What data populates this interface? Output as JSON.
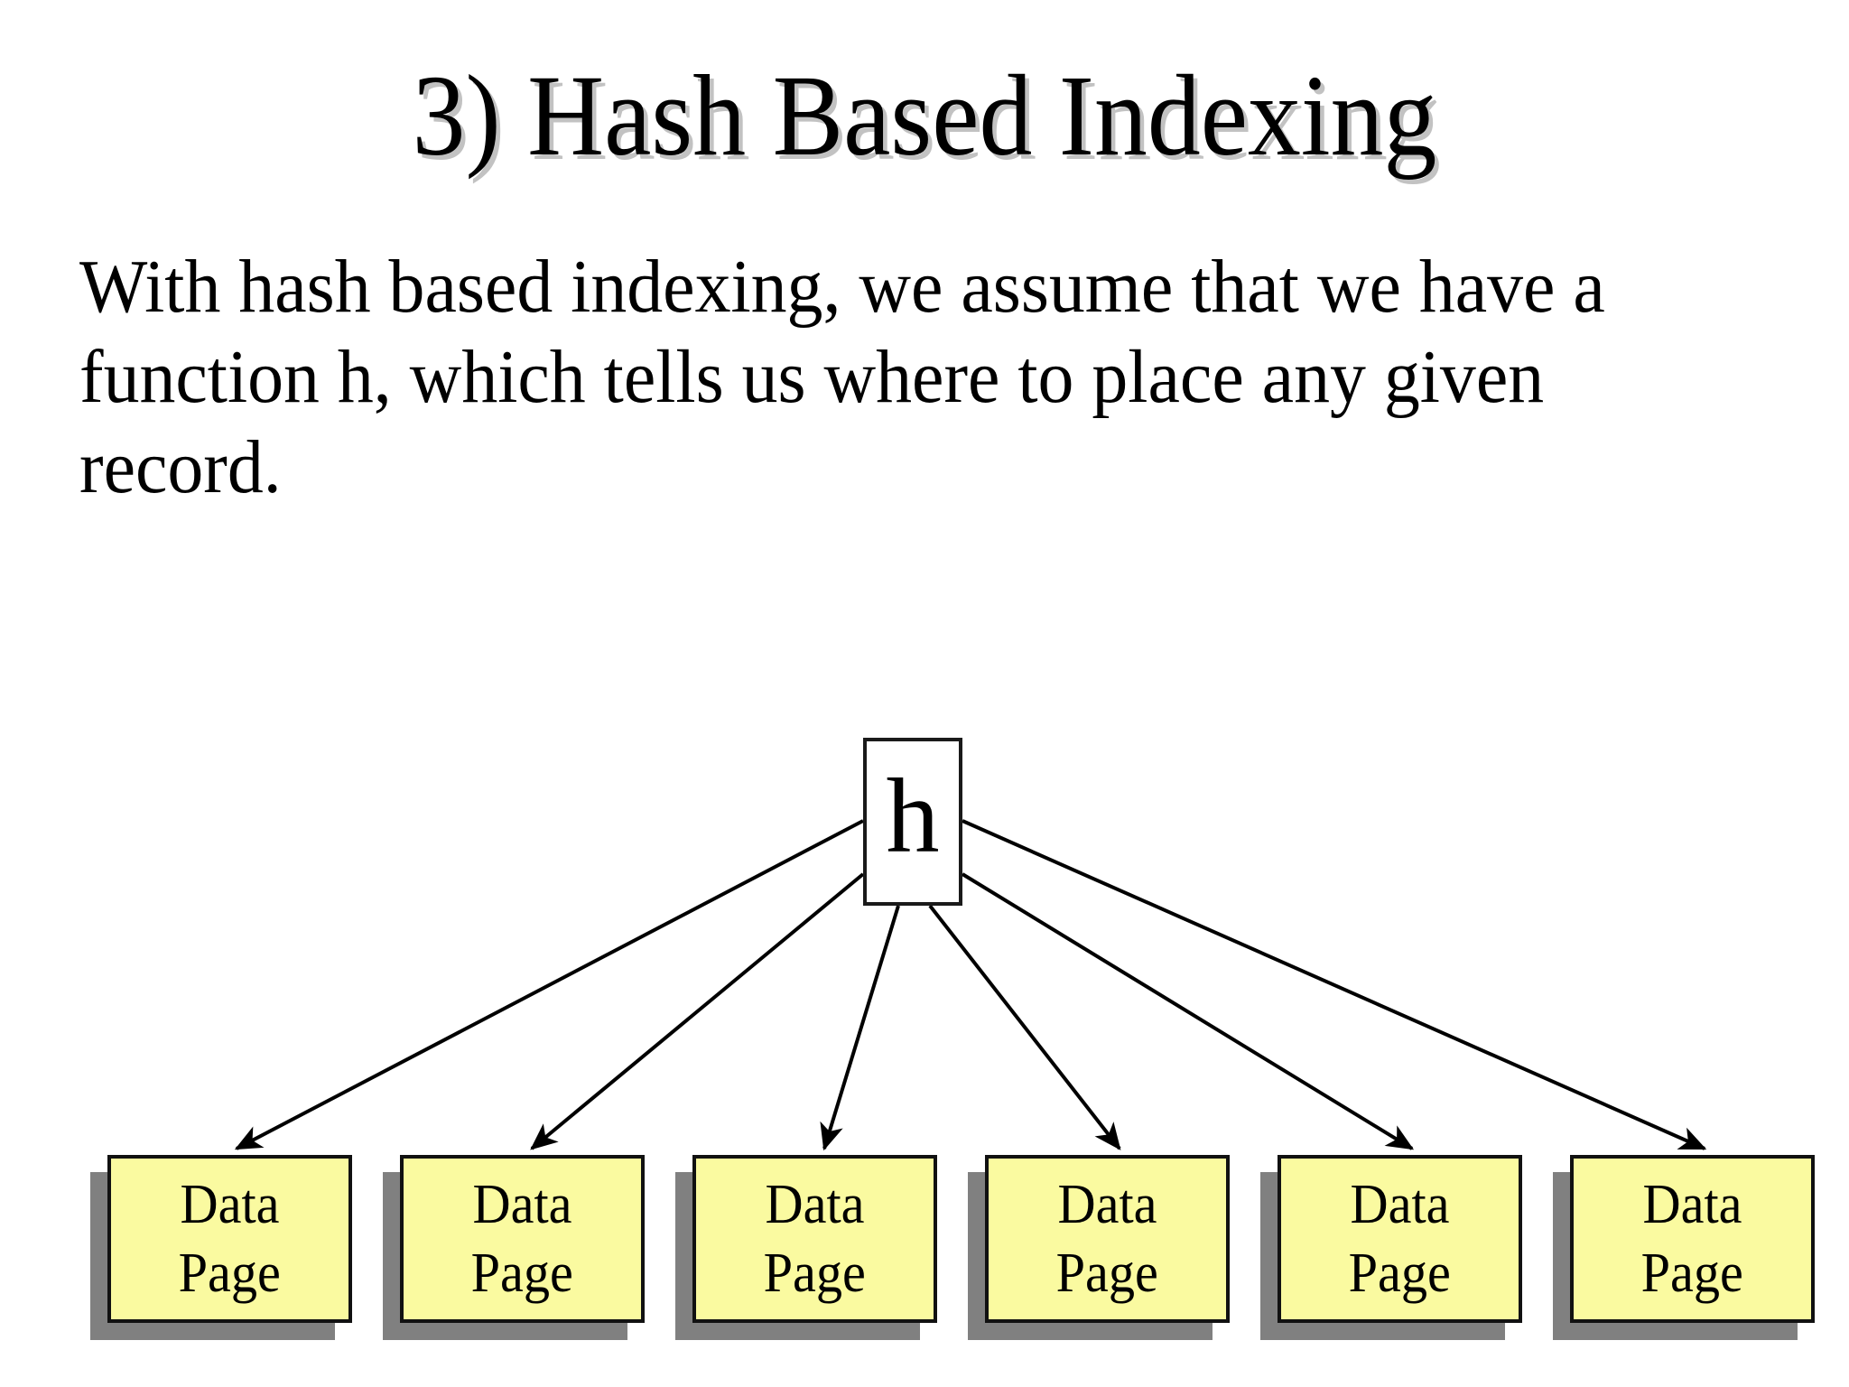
{
  "slide": {
    "title": "3) Hash Based Indexing",
    "body_lines": [
      "With hash based indexing, we assume that we have a",
      "function h, which tells us where to place any given",
      "record."
    ],
    "background_color": "#FFFFFF",
    "title_color": "#000000",
    "title_shadow_color": "#C2C2C2",
    "body_color": "#000000"
  },
  "diagram": {
    "hash_node": {
      "label": "h",
      "fill_color": "#FFFFFF",
      "border_color": "#1A1A1A"
    },
    "page_fill_color": "#FAFAA0",
    "page_border_color": "#111111",
    "page_shadow_color": "#808080",
    "edge_color": "#000000",
    "edge_count": 6,
    "pages": [
      {
        "line1": "Data",
        "line2": "Page"
      },
      {
        "line1": "Data",
        "line2": "Page"
      },
      {
        "line1": "Data",
        "line2": "Page"
      },
      {
        "line1": "Data",
        "line2": "Page"
      },
      {
        "line1": "Data",
        "line2": "Page"
      },
      {
        "line1": "Data",
        "line2": "Page"
      }
    ]
  }
}
